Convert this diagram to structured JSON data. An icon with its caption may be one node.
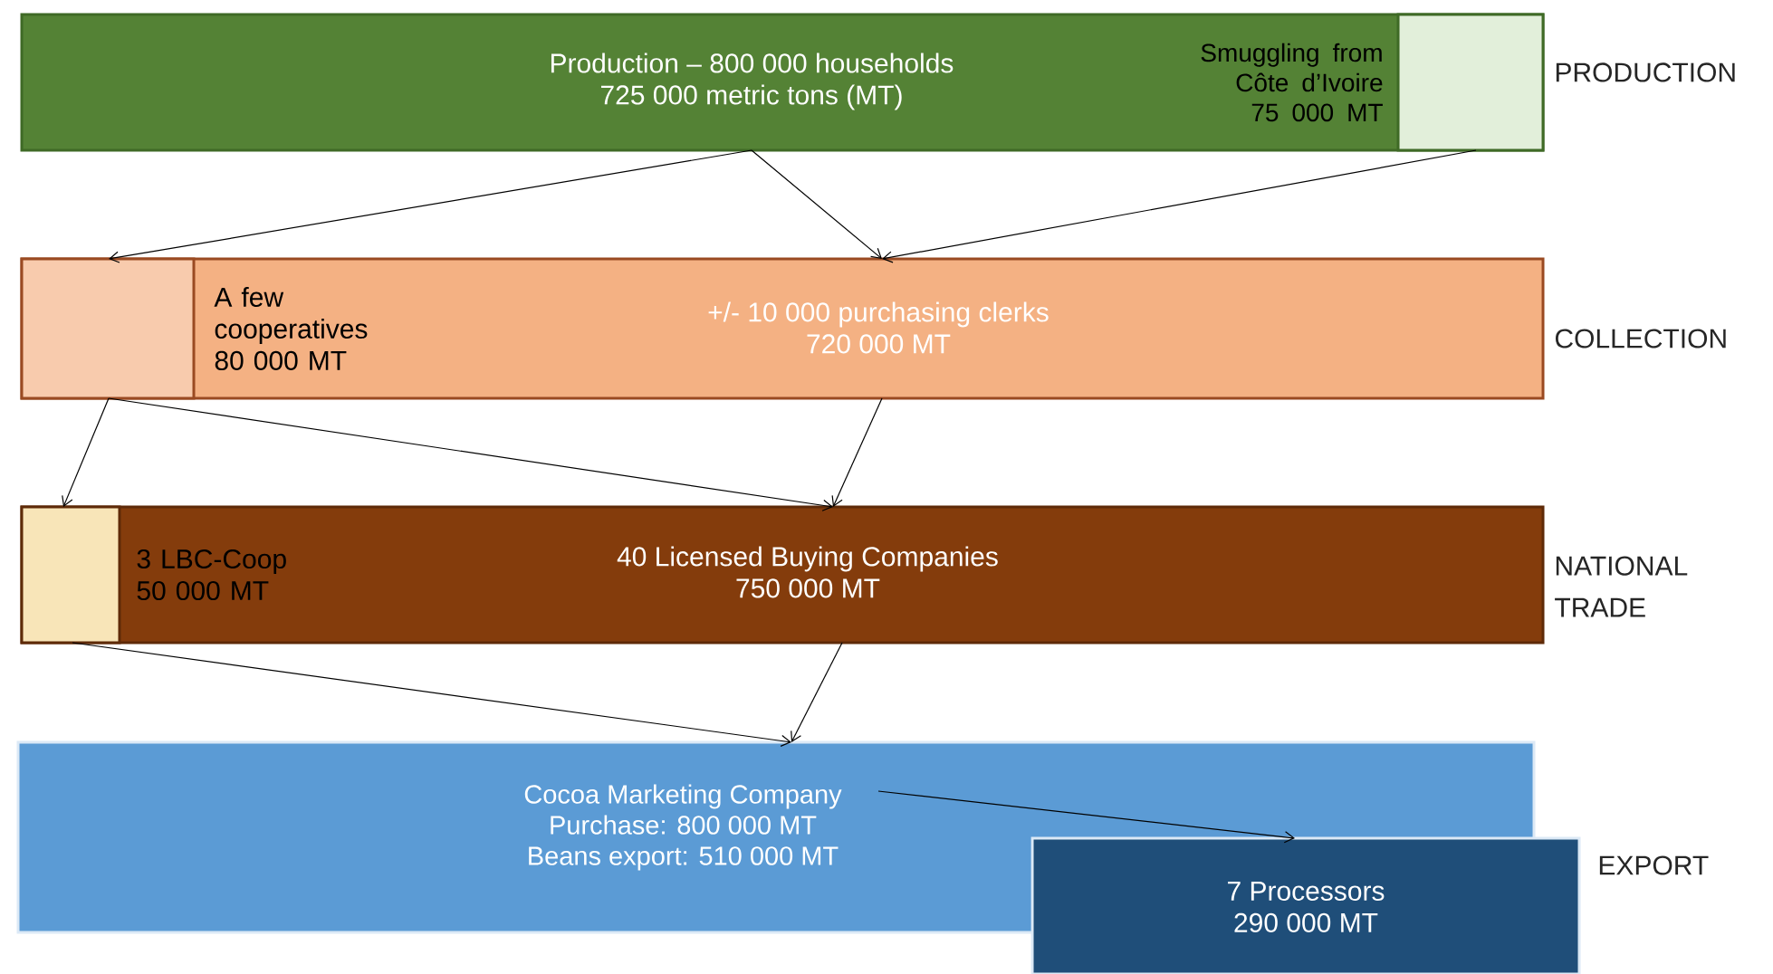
{
  "diagram": {
    "nodes": [
      {
        "text": [
          "Production – 800 000 households 725 000 metric tons (MT)"
        ]
      },
      {
        "text": [],
        "shape": "box",
        "in": 0,
        "beside": [
          "Smuggling from Côte d’Ivoire 75 000 MT"
        ]
      },
      {
        "text": [
          "+/- 10 000 purchasing clerks 720 000 MT"
        ]
      },
      {
        "text": [],
        "shape": "box",
        "in": 2,
        "beside": [
          "A few cooperatives 80 000 MT"
        ]
      },
      {
        "text": [
          "40 Licensed Buying Companies 750 000 MT"
        ]
      },
      {
        "text": [],
        "shape": "box",
        "in": 4,
        "beside": [
          "3 LBC-Coop 50 000 MT"
        ]
      },
      {
        "text": [
          "Cocoa Marketing Company Purchase: 800 000 MT Beans export: 510 000 MT"
        ]
      },
      {
        "text": [
          "7 Processors 290 000 MT"
        ]
      }
    ],
    "edges": [
      {
        "from": 0,
        "to": 3,
        "arrow": "to"
      },
      {
        "from": 0,
        "to": 2,
        "arrow": "to"
      },
      {
        "from": 1,
        "to": 2,
        "arrow": "to"
      },
      {
        "from": 3,
        "to": 5,
        "arrow": "to"
      },
      {
        "from": 3,
        "to": 4,
        "arrow": "to"
      },
      {
        "from": 2,
        "to": 4,
        "arrow": "to"
      },
      {
        "from": 5,
        "to": 6,
        "arrow": "to"
      },
      {
        "from": 4,
        "to": 6,
        "arrow": "to"
      },
      {
        "from": 6,
        "to": 7,
        "arrow": "to"
      }
    ],
    "labels": [
      "PRODUCTION",
      "COLLECTION",
      "NATIONAL TRADE",
      "EXPORT"
    ]
  }
}
